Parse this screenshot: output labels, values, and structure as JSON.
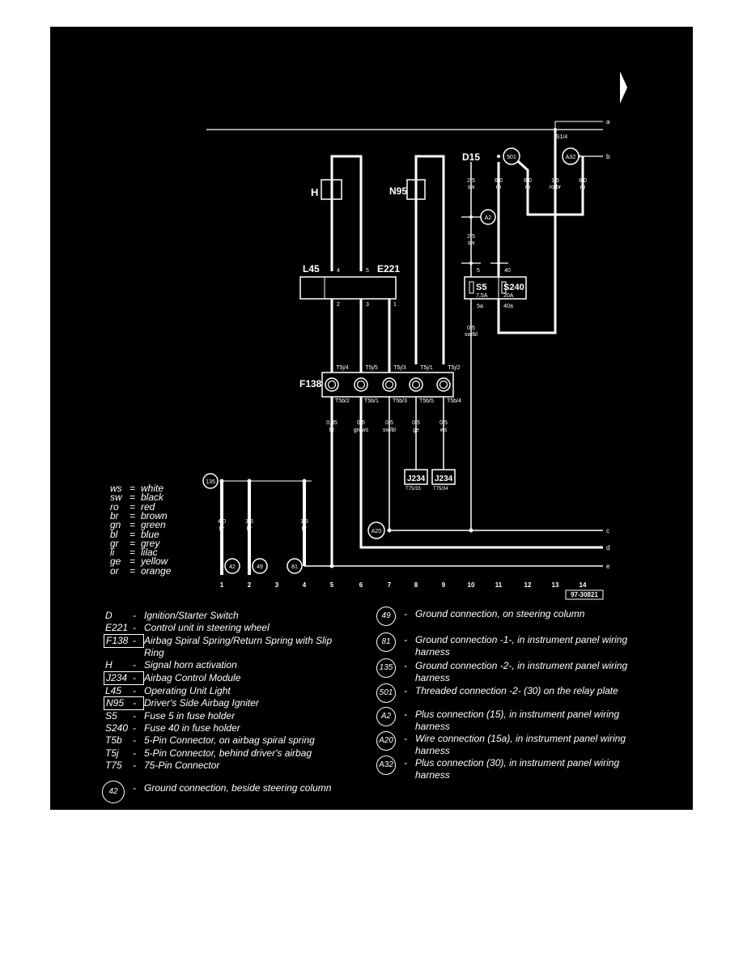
{
  "diagram": {
    "ref_code": "97-30821",
    "right_labels": [
      "a",
      "b",
      "c",
      "d",
      "e"
    ],
    "bottom_numbers": [
      "1",
      "2",
      "3",
      "4",
      "5",
      "6",
      "7",
      "8",
      "9",
      "10",
      "11",
      "12",
      "13",
      "14"
    ],
    "components": {
      "H": "H",
      "N95": "N95",
      "D15": "D15",
      "L45": "L45",
      "E221": "E221",
      "F138": "F138",
      "S5": "S5",
      "S5_rating": "7,5A",
      "S240": "S240",
      "S240_rating": "20A",
      "J234_a": "J234",
      "J234_a_pin": "T75/33",
      "J234_b": "J234",
      "J234_b_pin": "T75/34"
    },
    "circles": {
      "c501": "501",
      "cA32": "A32",
      "cA2": "A2",
      "c135": "135",
      "cA20": "A20",
      "c42": "42",
      "c49": "49",
      "c81": "81"
    },
    "wire_labels": {
      "s1_4": "S1/4",
      "d15_25": "2,5",
      "d15_sw": "sw",
      "a2_25": "2,5",
      "a2_sw": "sw",
      "w501_60": "6,0",
      "w501_ro": "ro",
      "w501b_60": "6,0",
      "w501b_ro": "ro",
      "w15": "1,5",
      "w15_robr": "ro/br",
      "wA32_60": "6,0",
      "wA32_ro": "ro",
      "pin5": "5",
      "pin40": "40",
      "pin5a": "5a",
      "pin40a": "40a",
      "sw_05": "0,5",
      "sw_swbl": "sw/bl",
      "l45_4": "4",
      "l45_5": "5",
      "l45_2": "2",
      "l45_3": "3",
      "l45_1": "1",
      "t5j4": "T5j/4",
      "t5j5": "T5j/5",
      "t5j3": "T5j/3",
      "t5j1": "T5j/1",
      "t5j2": "T5j/2",
      "t5b2": "T5b/2",
      "t5b1": "T5b/1",
      "t5b3": "T5b/3",
      "t5b5": "T5b/5",
      "t5b4": "T5b/4",
      "w1_size": "0,35",
      "w1_col": "br",
      "w2_size": "0,5",
      "w2_col": "gn/ws",
      "w3_size": "0,5",
      "w3_col": "sw/bl",
      "w4_size": "0,5",
      "w4_col": "ge",
      "w5_size": "0,5",
      "w5_col": "ws",
      "g1_size": "4,0",
      "g1_col": "br",
      "g2_size": "1,5",
      "g2_col": "br",
      "g4_size": "1,5",
      "g4_col": "br"
    }
  },
  "color_legend": [
    {
      "code": "ws",
      "name": "white"
    },
    {
      "code": "sw",
      "name": "black"
    },
    {
      "code": "ro",
      "name": "red"
    },
    {
      "code": "br",
      "name": "brown"
    },
    {
      "code": "gn",
      "name": "green"
    },
    {
      "code": "bl",
      "name": "blue"
    },
    {
      "code": "gr",
      "name": "grey"
    },
    {
      "code": "li",
      "name": "lilac"
    },
    {
      "code": "ge",
      "name": "yellow"
    },
    {
      "code": "or",
      "name": "orange"
    }
  ],
  "legend_left": [
    {
      "key": "D",
      "desc": "Ignition/Starter Switch"
    },
    {
      "key": "E221",
      "desc": "Control unit in steering wheel"
    },
    {
      "key": "F138",
      "desc": "Airbag Spiral Spring/Return Spring with Slip Ring"
    },
    {
      "key": "H",
      "desc": "Signal horn activation"
    },
    {
      "key": "J234",
      "desc": "Airbag Control Module"
    },
    {
      "key": "L45",
      "desc": "Operating Unit Light"
    },
    {
      "key": "N95",
      "desc": "Driver's Side Airbag Igniter"
    },
    {
      "key": "S5",
      "desc": "Fuse 5 in fuse holder"
    },
    {
      "key": "S240",
      "desc": "Fuse 40 in fuse holder"
    },
    {
      "key": "T5b",
      "desc": "5-Pin Connector, on airbag spiral spring"
    },
    {
      "key": "T5j",
      "desc": "5-Pin Connector, behind driver's airbag"
    },
    {
      "key": "T75",
      "desc": "75-Pin Connector"
    },
    {
      "key": "42",
      "desc": "Ground connection, beside steering column"
    }
  ],
  "legend_right": [
    {
      "key": "49",
      "desc": "Ground connection, on steering column"
    },
    {
      "key": "81",
      "desc": "Ground connection -1-, in instrument panel wiring harness"
    },
    {
      "key": "135",
      "desc": "Ground connection -2-, in instrument panel wiring harness"
    },
    {
      "key": "501",
      "desc": "Threaded connection -2- (30) on the relay plate"
    },
    {
      "key": "A2",
      "desc": "Plus connection (15), in instrument panel wiring harness"
    },
    {
      "key": "A20",
      "desc": "Wire connection (15a), in instrument panel wiring harness"
    },
    {
      "key": "A32",
      "desc": "Plus connection (30), in instrument panel wiring harness"
    }
  ],
  "dash": "-"
}
